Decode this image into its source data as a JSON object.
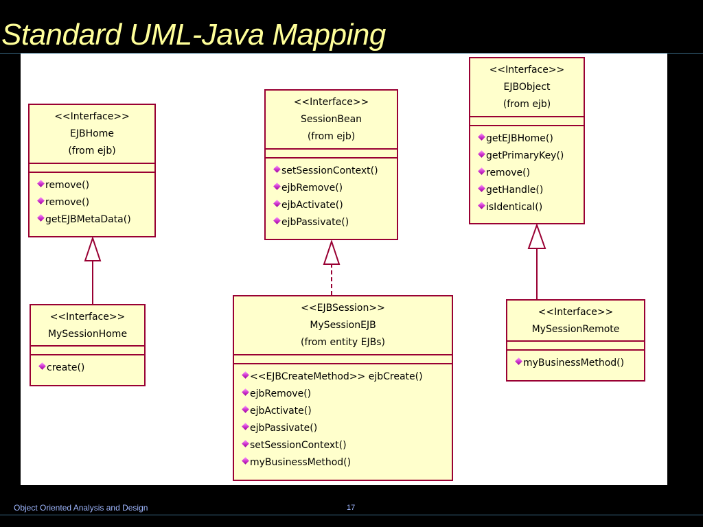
{
  "slide": {
    "title": "Standard UML-Java Mapping"
  },
  "classes": {
    "ejb_home": {
      "stereotype": "<<Interface>>",
      "name": "EJBHome",
      "package": "(from ejb)",
      "operations": [
        "remove()",
        "remove()",
        "getEJBMetaData()"
      ]
    },
    "session_bean": {
      "stereotype": "<<Interface>>",
      "name": "SessionBean",
      "package": "(from ejb)",
      "operations": [
        "setSessionContext()",
        "ejbRemove()",
        "ejbActivate()",
        "ejbPassivate()"
      ]
    },
    "ejb_object": {
      "stereotype": "<<Interface>>",
      "name": "EJBObject",
      "package": "(from ejb)",
      "operations": [
        "getEJBHome()",
        "getPrimaryKey()",
        "remove()",
        "getHandle()",
        "isIdentical()"
      ]
    },
    "my_session_home": {
      "stereotype": "<<Interface>>",
      "name": "MySessionHome",
      "operations": [
        "create()"
      ]
    },
    "my_session_ejb": {
      "stereotype": "<<EJBSession>>",
      "name": "MySessionEJB",
      "package": "(from entity EJBs)",
      "operations": [
        "<<EJBCreateMethod>> ejbCreate()",
        "ejbRemove()",
        "ejbActivate()",
        "ejbPassivate()",
        "setSessionContext()",
        "myBusinessMethod()"
      ]
    },
    "my_session_remote": {
      "stereotype": "<<Interface>>",
      "name": "MySessionRemote",
      "operations": [
        "myBusinessMethod()"
      ]
    }
  },
  "colors": {
    "background": "#000000",
    "title": "#FFFF99",
    "class_fill": "#FFFFCC",
    "class_border": "#990033",
    "connector": "#990033",
    "footer_text": "#9fb7ff"
  },
  "icons": {
    "operation": "operation-diamond-icon",
    "generalization": "hollow-triangle-arrowhead"
  },
  "footer": {
    "course": "Object Oriented Analysis and Design",
    "page": "17"
  }
}
